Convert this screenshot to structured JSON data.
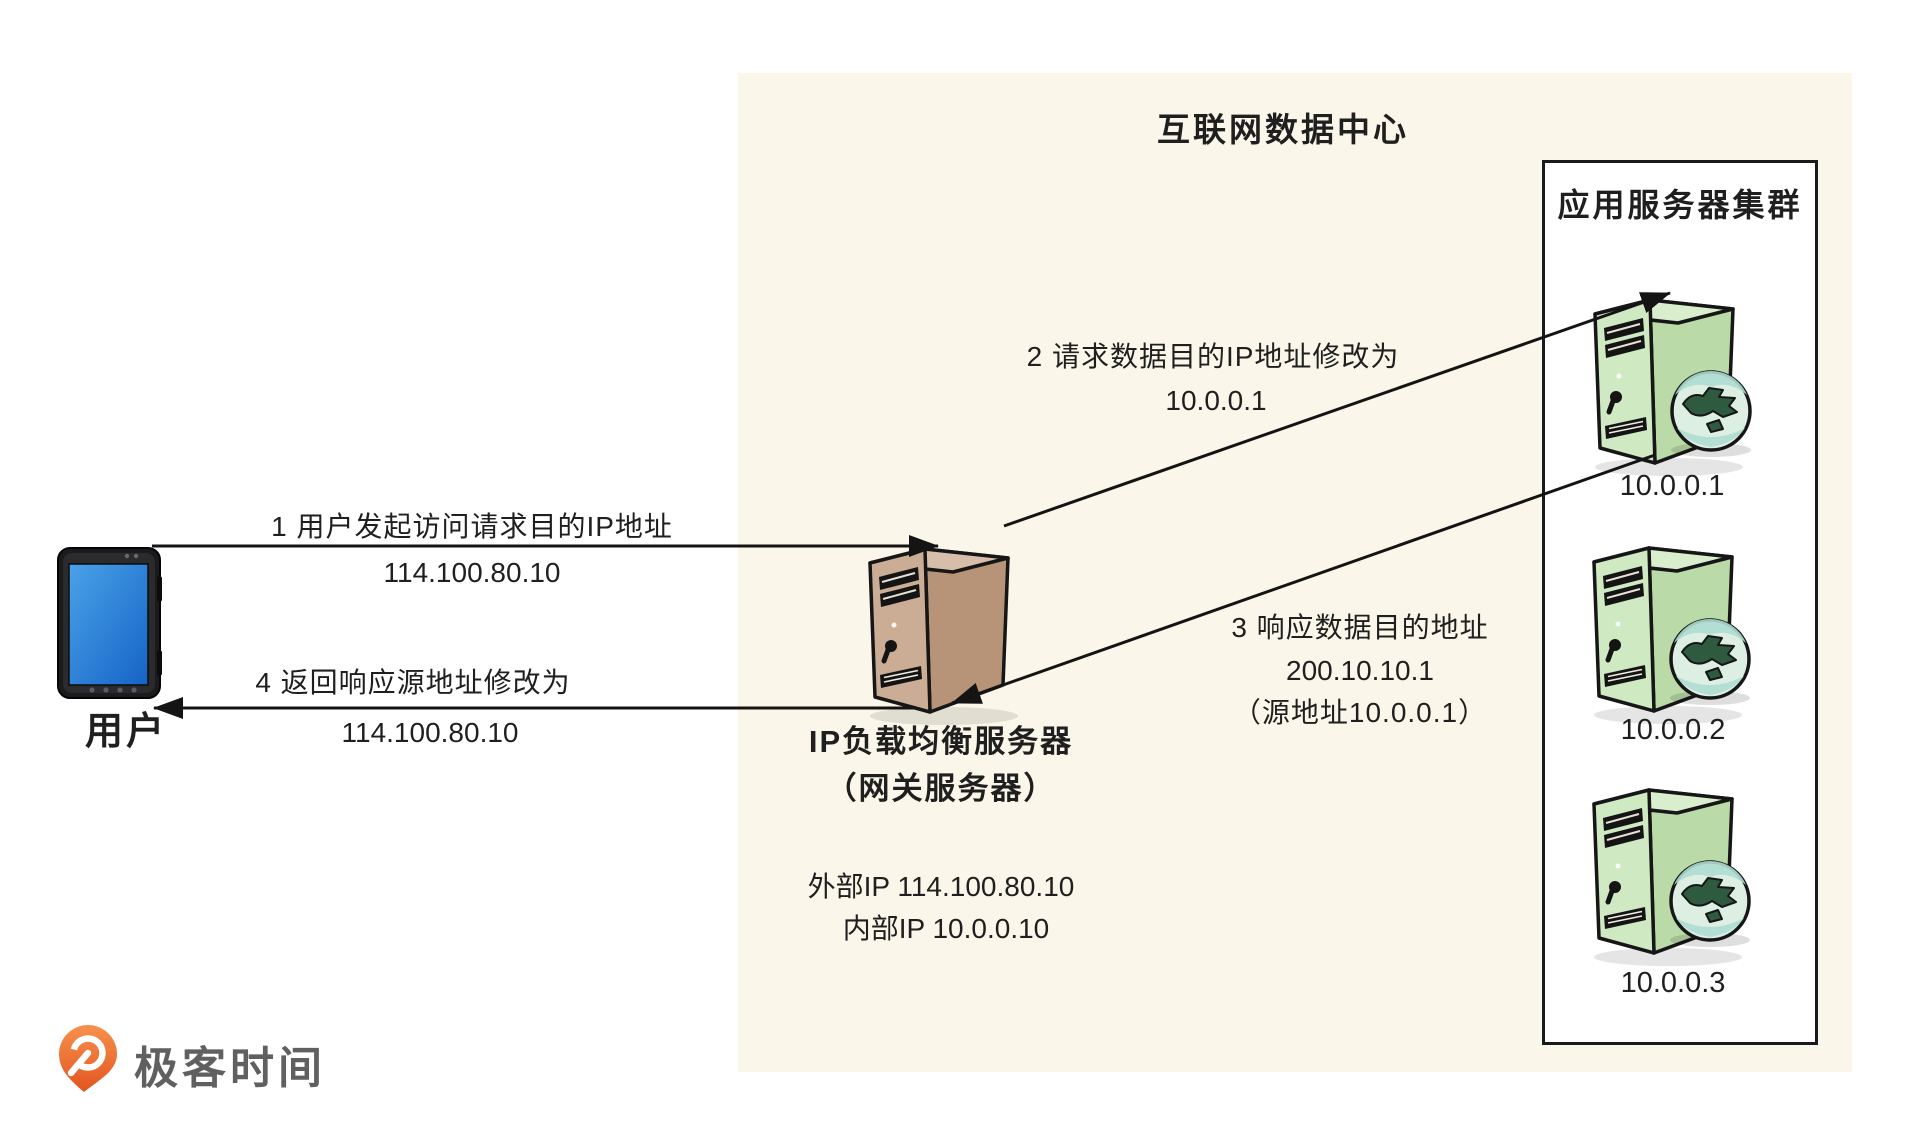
{
  "idc": {
    "title": "互联网数据中心"
  },
  "cluster": {
    "title": "应用服务器集群",
    "servers": [
      {
        "ip": "10.0.0.1"
      },
      {
        "ip": "10.0.0.2"
      },
      {
        "ip": "10.0.0.3"
      }
    ]
  },
  "user": {
    "label": "用户"
  },
  "load_balancer": {
    "name_line1": "IP负载均衡服务器",
    "name_line2": "（网关服务器）",
    "external_ip": "外部IP 114.100.80.10",
    "internal_ip": "内部IP 10.0.0.10"
  },
  "steps": {
    "step1": {
      "text": "1 用户发起访问请求目的IP地址",
      "ip": "114.100.80.10"
    },
    "step2": {
      "text": "2 请求数据目的IP地址修改为",
      "ip": "10.0.0.1"
    },
    "step3": {
      "text": "3 响应数据目的地址",
      "ip": "200.10.10.1",
      "note": "（源地址10.0.0.1）"
    },
    "step4": {
      "text": "4 返回响应源地址修改为",
      "ip": "114.100.80.10"
    }
  },
  "branding": {
    "logo_text": "极客时间"
  },
  "colors": {
    "panel_bg": "#FAF6E9",
    "lb_server": "#CBAD96",
    "app_server": "#CFE9C3",
    "phone_screen": "#1B76D1",
    "logo_orange": "#ED6A2C",
    "line": "#141414"
  }
}
